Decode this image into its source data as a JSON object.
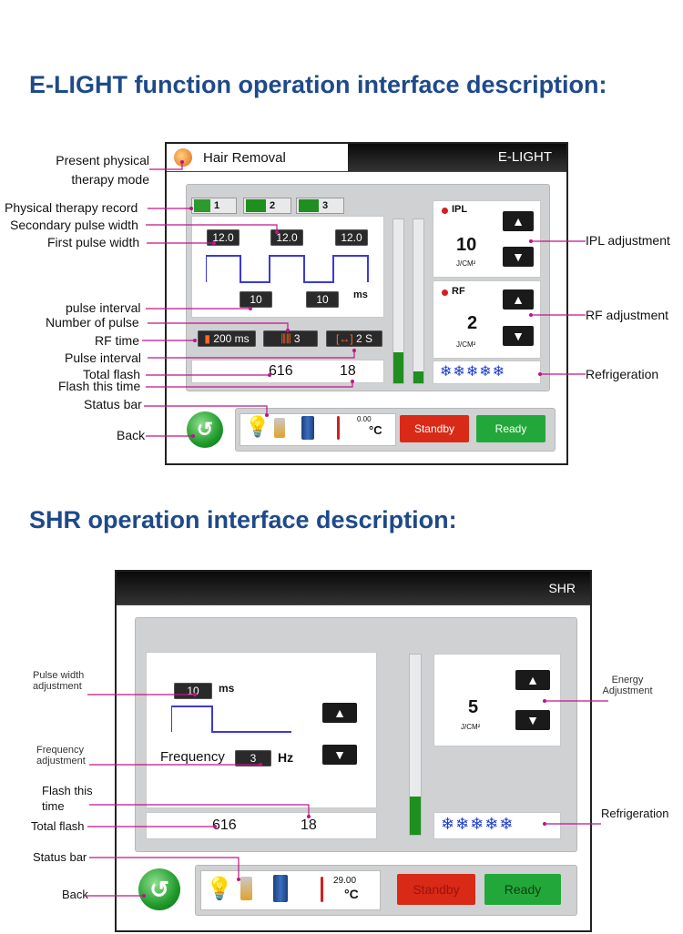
{
  "headings": {
    "elight": "E-LIGHT function operation interface description:",
    "shr": "SHR operation interface description:"
  },
  "elight": {
    "mode_label": "Hair Removal",
    "title": "E-LIGHT",
    "record_tabs": [
      "1",
      "2",
      "3"
    ],
    "pulse_widths": [
      "12.0",
      "12.0",
      "12.0"
    ],
    "pulse_intervals": [
      "10",
      "10"
    ],
    "interval_unit": "ms",
    "rf_time": "200 ms",
    "pulse_count": "3",
    "pulse_interval_s": "2 S",
    "total_flash": "616",
    "flash_this_time": "18",
    "ipl": {
      "label": "IPL",
      "value": "10",
      "unit": "J/CM²"
    },
    "rf": {
      "label": "RF",
      "value": "2",
      "unit": "J/CM²"
    },
    "refrigeration_icons": "❄❄❄❄❄",
    "temp_value": "0.00",
    "temp_unit": "°C",
    "standby": "Standby",
    "ready": "Ready",
    "bars": [
      {
        "level": 0.19
      },
      {
        "level": 0.07
      }
    ],
    "callouts": {
      "mode": "Present physical\ntherapy mode",
      "record": "Physical therapy record",
      "secondary": "Secondary pulse width",
      "first": "First pulse width",
      "pulse_interval": "pulse interval",
      "number_pulse": "Number of pulse",
      "rf_time": "RF time",
      "pulse_interval2": "Pulse interval",
      "total_flash": "Total flash",
      "flash_this": "Flash this time",
      "status": "Status bar",
      "back": "Back",
      "ipl_adj": "IPL  adjustment",
      "rf_adj": "RF adjustment",
      "refrig": "Refrigeration"
    }
  },
  "shr": {
    "title": "SHR",
    "pulse_width": "10",
    "pulse_unit": "ms",
    "frequency_label": "Frequency",
    "frequency_value": "3",
    "frequency_unit": "Hz",
    "flash_this_time": "18",
    "total_flash": "616",
    "energy": {
      "value": "5",
      "unit": "J/CM²"
    },
    "refrigeration_icons": "❄❄❄❄❄",
    "temp_value": "29.00",
    "temp_unit": "°C",
    "standby": "Standby",
    "ready": "Ready",
    "bar": {
      "level": 0.21
    },
    "callouts": {
      "pulse_width": "Pulse width\nadjustment",
      "frequency": "Frequency\nadjustment",
      "flash_this": "Flash this\ntime",
      "total_flash": "Total flash",
      "status": "Status bar",
      "back": "Back",
      "energy": "Energy\nAdjustment",
      "refrig": "Refrigeration"
    }
  }
}
